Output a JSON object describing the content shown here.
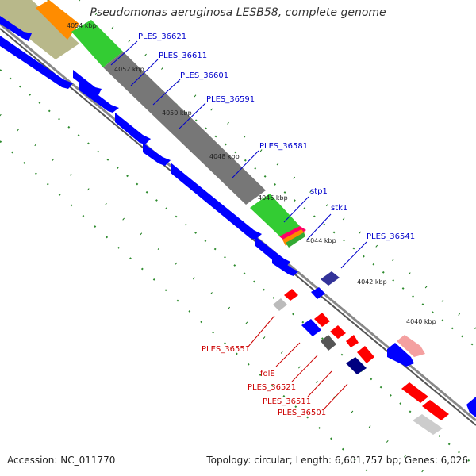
{
  "title": "Pseudomonas aeruginosa LESB58, complete genome",
  "footer": {
    "accession_label": "Accession:",
    "accession": "NC_011770",
    "topology_label": "Topology:",
    "topology": "circular",
    "length_label": "Length:",
    "length": "6,601,757 bp",
    "genes_label": "Genes:",
    "genes": "6,026"
  },
  "colors": {
    "forward_cds": "#0000ff",
    "reverse_cds": "#ff0000",
    "forward_label": "#0000cc",
    "reverse_label": "#cc0000",
    "backbone": "#888888",
    "gc_skew_ticks": "#006600"
  },
  "coordinate_labels": [
    "4054 kbp",
    "4052 kbp",
    "4050 kbp",
    "4048 kbp",
    "4046 kbp",
    "4044 kbp",
    "4042 kbp",
    "4040 kbp"
  ],
  "forward_genes": [
    "PLES_36621",
    "PLES_36611",
    "PLES_36601",
    "PLES_36591",
    "PLES_36581",
    "stp1",
    "stk1",
    "PLES_36541"
  ],
  "reverse_genes": [
    "PLES_36551",
    "folE",
    "PLES_36521",
    "PLES_36511",
    "PLES_36501"
  ]
}
